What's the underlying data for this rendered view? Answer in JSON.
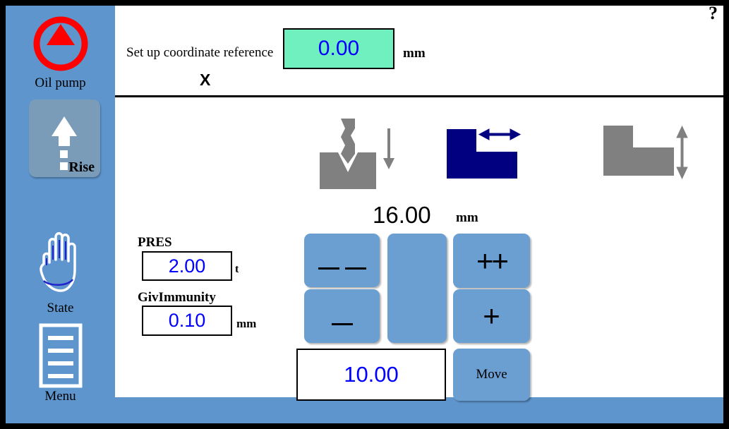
{
  "window": {
    "help_icon": "?"
  },
  "sidebar": {
    "items": [
      {
        "name": "oil-pump",
        "label": "Oil pump",
        "icon": "gauge-icon"
      },
      {
        "name": "rise",
        "label": "Rise",
        "icon": "up-arrow-icon"
      },
      {
        "name": "state",
        "label": "State",
        "icon": "hand-icon"
      },
      {
        "name": "menu",
        "label": "Menu",
        "icon": "list-document-icon"
      }
    ],
    "bg_color": "#5E95CD",
    "button_color": "#7A9CB8",
    "oil_pump_color": "#FF0000"
  },
  "header": {
    "setup_label": "Set up coordinate reference",
    "axis_label": "X",
    "coordinate_value": "0.00",
    "coordinate_unit": "mm",
    "field_bg_color": "#6FF0BE",
    "value_color": "#0000FF"
  },
  "diagrams": [
    {
      "name": "punch-die-diagram",
      "description": "press punch descending into V die",
      "color": "#808080",
      "arrow": "down"
    },
    {
      "name": "horizontal-part-diagram",
      "description": "L-shaped part with horizontal dimension arrow",
      "color": "#000080",
      "arrow": "horizontal"
    },
    {
      "name": "vertical-part-diagram",
      "description": "L-shaped part with vertical dimension arrow",
      "color": "#808080",
      "arrow": "vertical"
    }
  ],
  "parameters": {
    "pressure": {
      "label": "PRES",
      "value": "2.00",
      "unit": "t"
    },
    "immunity": {
      "label": "GivImmunity",
      "value": "0.10",
      "unit": "mm"
    }
  },
  "readout": {
    "value": "16.00",
    "unit": "mm"
  },
  "keypad": {
    "decrement_big": "——",
    "decrement": "—",
    "middle": "",
    "increment_big": "++",
    "increment": "+",
    "step_value": "10.00",
    "move_label": "Move",
    "button_color": "#6B9ED1"
  }
}
